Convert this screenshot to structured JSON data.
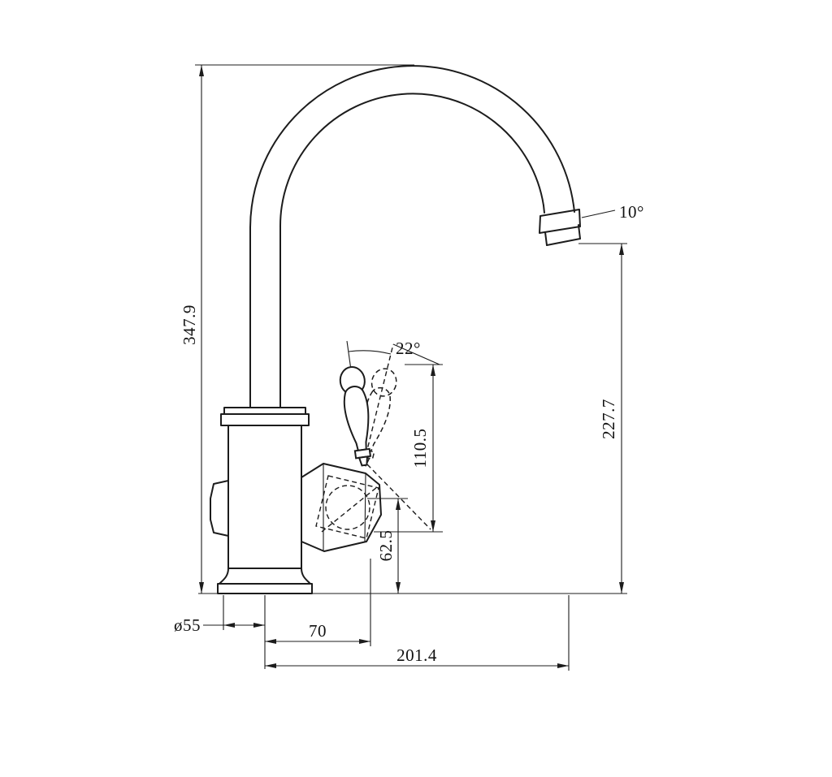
{
  "drawing": {
    "dims": {
      "total_height": "347.9",
      "spout_outlet_height": "227.7",
      "handle_height": "110.5",
      "side_outlet_height": "62.5",
      "handle_swing_angle": "22°",
      "spout_tip_angle": "10°",
      "base_diameter": "ø55",
      "handle_offset": "70",
      "spout_reach": "201.4"
    }
  }
}
